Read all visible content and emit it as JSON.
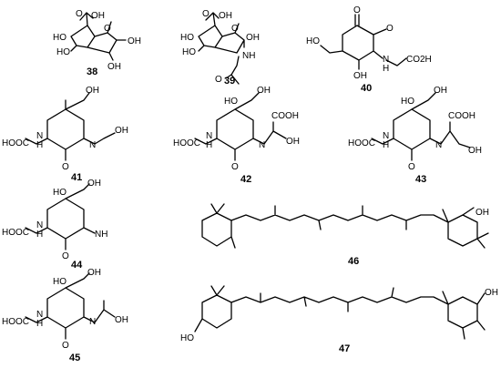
{
  "compounds": [
    {
      "id": "38",
      "labels": [
        "O",
        "OH",
        "HO",
        "HO",
        "O",
        "OH",
        "OH"
      ]
    },
    {
      "id": "39",
      "labels": [
        "O",
        "OH",
        "HO",
        "HO",
        "O",
        "OH",
        "NH",
        "O"
      ]
    },
    {
      "id": "40",
      "labels": [
        "O",
        "O",
        "HO",
        "OH",
        "N",
        "H",
        "CO2H"
      ]
    },
    {
      "id": "41",
      "labels": [
        "OH",
        "HOOC",
        "N",
        "H",
        "O",
        "N",
        "OH"
      ]
    },
    {
      "id": "42",
      "labels": [
        "HO",
        "OH",
        "COOH",
        "HOOC",
        "N",
        "H",
        "O",
        "N",
        "OH"
      ]
    },
    {
      "id": "43",
      "labels": [
        "HO",
        "OH",
        "COOH",
        "HOOC",
        "N",
        "H",
        "O",
        "N",
        "OH"
      ]
    },
    {
      "id": "44",
      "labels": [
        "HO",
        "OH",
        "HOOC",
        "N",
        "H",
        "O",
        "NH"
      ]
    },
    {
      "id": "45",
      "labels": [
        "HO",
        "OH",
        "HOOC",
        "N",
        "H",
        "O",
        "N",
        "OH"
      ]
    },
    {
      "id": "46",
      "labels": [
        "OH"
      ]
    },
    {
      "id": "47",
      "labels": [
        "OH",
        "HO"
      ]
    }
  ]
}
